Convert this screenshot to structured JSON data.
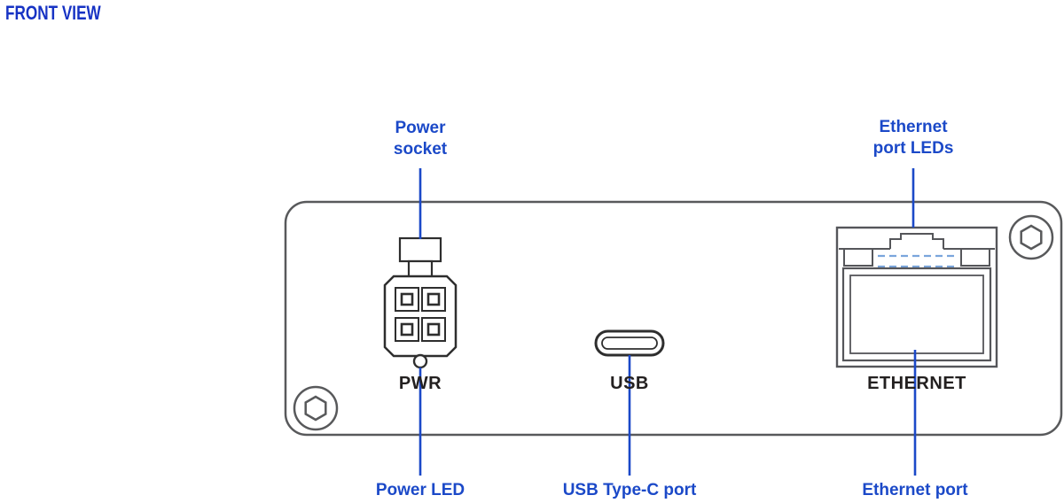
{
  "title": "FRONT VIEW",
  "device": {
    "port_labels": {
      "power": "PWR",
      "usb": "USB",
      "ethernet": "ETHERNET"
    }
  },
  "callouts": {
    "top": [
      {
        "label": "Power socket"
      },
      {
        "label": "Ethernet port LEDs"
      }
    ],
    "bottom": [
      {
        "label": "Power LED"
      },
      {
        "label": "USB Type-C port"
      },
      {
        "label": "Ethernet port"
      }
    ]
  },
  "icons": [
    "hex-screw-icon",
    "power-socket-icon",
    "power-led-icon",
    "usb-c-port-icon",
    "ethernet-port-icon"
  ],
  "colors": {
    "title_blue": "#1733c4",
    "callout_blue": "#1b49c8",
    "panel_outline_gray": "#58595b",
    "connector_dark": "#2e2e2e",
    "ethernet_led_dash_blue": "#7aa5dc",
    "background": "#ffffff"
  }
}
